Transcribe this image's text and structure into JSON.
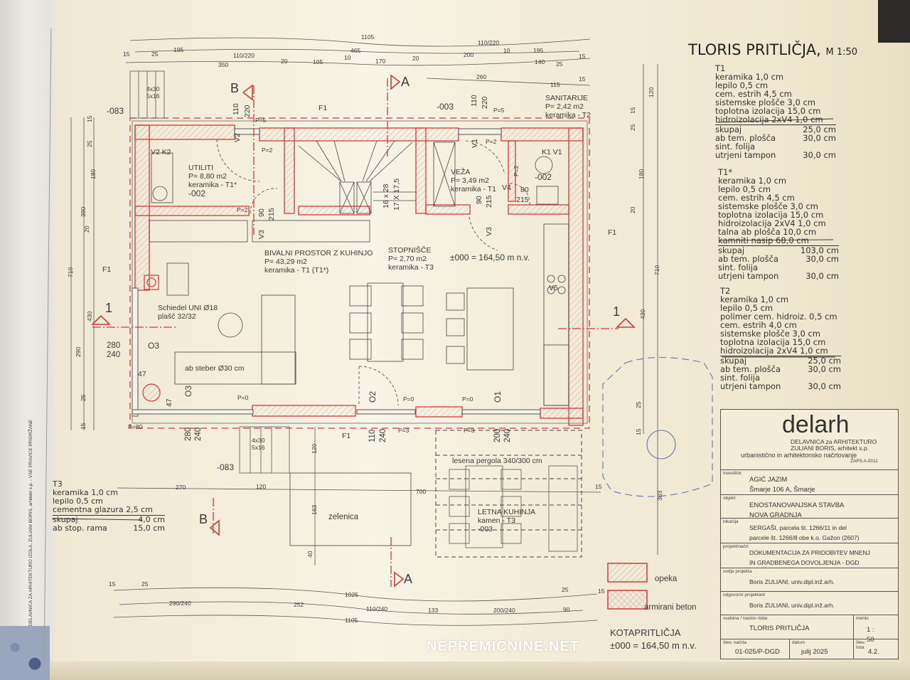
{
  "sheet_title": {
    "title": "TLORIS PRITLIČJA,",
    "scale": "M 1:50"
  },
  "floor_layers": [
    {
      "name": "T1",
      "layers": [
        "keramika  1,0 cm",
        "lepilo  0,5 cm",
        "cem. estrih  4,5 cm",
        "sistemske plošče  3,0 cm",
        "toplotna izolacija  15,0 cm",
        "hidroizolacija 2xV4   1,0 cm"
      ],
      "rows": [
        {
          "label": "skupaj",
          "value": "25,0 cm"
        },
        {
          "label": "ab tem. plošča",
          "value": "30,0 cm"
        },
        {
          "label": "sint. folija",
          "value": ""
        },
        {
          "label": "utrjeni tampon",
          "value": "30,0 cm"
        }
      ]
    },
    {
      "name": "T1*",
      "layers": [
        "keramika  1,0 cm",
        "lepilo  0,5 cm",
        "cem. estrih  4,5 cm",
        "sistemske plošče  3,0 cm",
        "toplotna izolacija  15,0 cm",
        "hidroizolacija 2xV4   1,0 cm",
        "talna ab plošča  10,0 cm",
        "kamniti nasip  68,0 cm"
      ],
      "rows": [
        {
          "label": "skupaj",
          "value": "103,0 cm"
        },
        {
          "label": "ab tem. plošča",
          "value": "30,0 cm"
        },
        {
          "label": "sint. folija",
          "value": ""
        },
        {
          "label": "utrjeni tampon",
          "value": "30,0 cm"
        }
      ]
    },
    {
      "name": "T2",
      "layers": [
        "keramika  1,0 cm",
        "lepilo  0,5 cm",
        "polimer cem. hidroiz.  0,5 cm",
        "cem. estrih  4,0 cm",
        "sistemske plošče  3,0 cm",
        "toplotna izolacija  15,0 cm",
        "hidroizolacija 2xV4   1,0 cm"
      ],
      "rows": [
        {
          "label": "skupaj",
          "value": "25,0 cm"
        },
        {
          "label": "ab tem. plošča",
          "value": "30,0 cm"
        },
        {
          "label": "sint. folija",
          "value": ""
        },
        {
          "label": "utrjeni tampon",
          "value": "30,0 cm"
        }
      ]
    },
    {
      "name": "T3",
      "layers": [
        "keramika  1,0 cm",
        "lepilo  0,5 cm",
        "cementna glazura  2,5 cm"
      ],
      "rows": [
        {
          "label": "skupaj",
          "value": "4,0 cm"
        },
        {
          "label": "ab stop. rama",
          "value": "15,0 cm"
        }
      ]
    }
  ],
  "rooms": {
    "utiliti": {
      "name": "UTILITI",
      "area": "P= 8,80 m2",
      "floor": "keramika - T1*",
      "level": "-002"
    },
    "living": {
      "name": "BIVALNI PROSTOR Z KUHINJO",
      "area": "P= 43,29 m2",
      "floor": "keramika - T1 (T1*)"
    },
    "stairs": {
      "name": "STOPNIŠČE",
      "area": "P= 2,70 m2",
      "floor": "keramika - T3",
      "steps_a": "16 x 28",
      "steps_b": "17 X 17,5"
    },
    "entry": {
      "name": "VEŽA",
      "area": "P= 3,49 m2",
      "floor": "keramika - T1"
    },
    "bathroom": {
      "name": "SANITARIJE",
      "area": "P= 2,42 m2",
      "floor": "keramika - T2",
      "level": "-002"
    },
    "lawn": {
      "name": "zelenica"
    },
    "summer_kitchen": {
      "name": "LETNA KUHINJA",
      "floor": "kamen - T3",
      "level": "-003",
      "pergola": "lesena pergola 340/300 cm"
    }
  },
  "annotations": {
    "elevation": "±000 = 164,50 m n.v.",
    "level_003": "-003",
    "level_083a": "-083",
    "level_083b": "-083",
    "stairs_out_a": [
      "4x30",
      "5x16"
    ],
    "stairs_out_b": [
      "4x30",
      "5x16"
    ],
    "chimney": [
      "Schiedel UNI Ø18",
      "plašč 32/32"
    ],
    "column": "ab steber Ø30 cm",
    "installations": {
      "v2k2": "V2 K2",
      "k1v1": "K1 V1",
      "v5": "V5"
    },
    "doors": {
      "v2": "V2",
      "v3a": "V3",
      "v1": "V1",
      "v4": "V4",
      "v3b": "V3",
      "d80": "80",
      "d215": "215"
    },
    "door_sizes": {
      "a": "90",
      "b": "215",
      "c": "90",
      "d": "215",
      "e": "110",
      "f": "220",
      "g": "110",
      "h": "220"
    },
    "windows": {
      "o3a": "O3",
      "o3b": "O3",
      "o2": "O2",
      "o1": "O1",
      "w280": "280",
      "w240": "240",
      "w280b": "280",
      "w240b": "240",
      "w110": "110",
      "w240c": "240",
      "w200": "200",
      "w240d": "240",
      "d47a": "47",
      "d47b": "47"
    },
    "parapets": [
      "P=5",
      "P=2",
      "P=2",
      "P=5",
      "P=2",
      "P=2",
      "P=0",
      "P=0",
      "P=0",
      "P=80",
      "P=3",
      "P=3"
    ],
    "facade": [
      "F1",
      "F1",
      "F1",
      "F1"
    ],
    "sections": {
      "a_top": "A",
      "a_bottom": "A",
      "b_top": "B",
      "b_bottom": "B",
      "one_left": "1",
      "one_right": "1"
    }
  },
  "dimensions": {
    "top": [
      "1105",
      "195",
      "110/220",
      "465",
      "110/220",
      "195",
      "15",
      "25",
      "350",
      "20",
      "105",
      "10",
      "170",
      "20",
      "200",
      "10",
      "140",
      "25",
      "15",
      "260",
      "115",
      "15"
    ],
    "left": [
      "710",
      "390",
      "430",
      "290",
      "180",
      "25",
      "15",
      "20",
      "25",
      "15"
    ],
    "right": [
      "120",
      "15",
      "25",
      "180",
      "20",
      "430",
      "710",
      "25",
      "15",
      "303"
    ],
    "middle": [
      "270",
      "120",
      "700",
      "163",
      "40",
      "120",
      "15"
    ],
    "bottom": [
      "15",
      "25",
      "1025",
      "290/240",
      "252",
      "110/240",
      "133",
      "200/240",
      "90",
      "25",
      "15",
      "1105"
    ]
  },
  "legend": [
    {
      "label": "opeka"
    },
    {
      "label": "armirani beton"
    }
  ],
  "ground_level": {
    "title": "KOTAPRITLIČJA",
    "value": "±000 = 164,50 m n.v."
  },
  "title_block": {
    "brand": "delarh",
    "firm_line1": "DELAVNICA za ARHITEKTURO",
    "firm_line2": "ZULIANI BORIS, arhitekt    s.p.",
    "firm_line3": "urbanistično in arhitektonsko načrtovanje",
    "zaps": "ZAPS A-0011",
    "investor_caption": "investitor",
    "investor": [
      "AGIĆ JAZIM",
      "Šmarje 106 A, Šmarje"
    ],
    "object_caption": "objekt",
    "object": [
      "ENOSTANOVANJSKA STAVBA",
      "NOVA GRADNJA"
    ],
    "location_caption": "lokacija",
    "location": [
      "SERGAŠI, parcela št. 1266/11 in del",
      "parcele št. 1266/8 obe k.o. Gažon (2607)"
    ],
    "project_caption": "projekt/načrt",
    "project": [
      "DOKUMENTACIJA ZA PRIDOBITEV MNENJ",
      "IN GRADBENEGA DOVOLJENJA - DGD"
    ],
    "lead_caption": "vodja projekta",
    "lead": "Boris ZULIANI, univ.dipl.inž.arh.",
    "responsible_caption": "odgovorni projektant",
    "responsible": "Boris ZULIANI, univ.dipl.inž.arh.",
    "content_caption": "vsebina / naslov risbe",
    "content": "TLORIS PRITLIČJA",
    "scale_caption": "merilo",
    "scale": "1 : 50",
    "drawing_no_caption": "štev. načrta",
    "drawing_no": "01-025/P-DGD",
    "date_caption": "datum",
    "date": "julij 2025",
    "sheet_caption": "štev. lista",
    "sheet": "4.2."
  },
  "margin_text": "DELAVNICA ZA ARHITEKTURO IZOLA, ZULIANI BORIS, arhitekt s.p. - VSE PRAVICE PRIDRŽANE",
  "watermark": "NEPREMIČNINE.NET",
  "colors": {
    "wall_red": "#d23a3a",
    "line": "#555555",
    "paper": "#f5f0de",
    "blue": "#5a78b0"
  }
}
